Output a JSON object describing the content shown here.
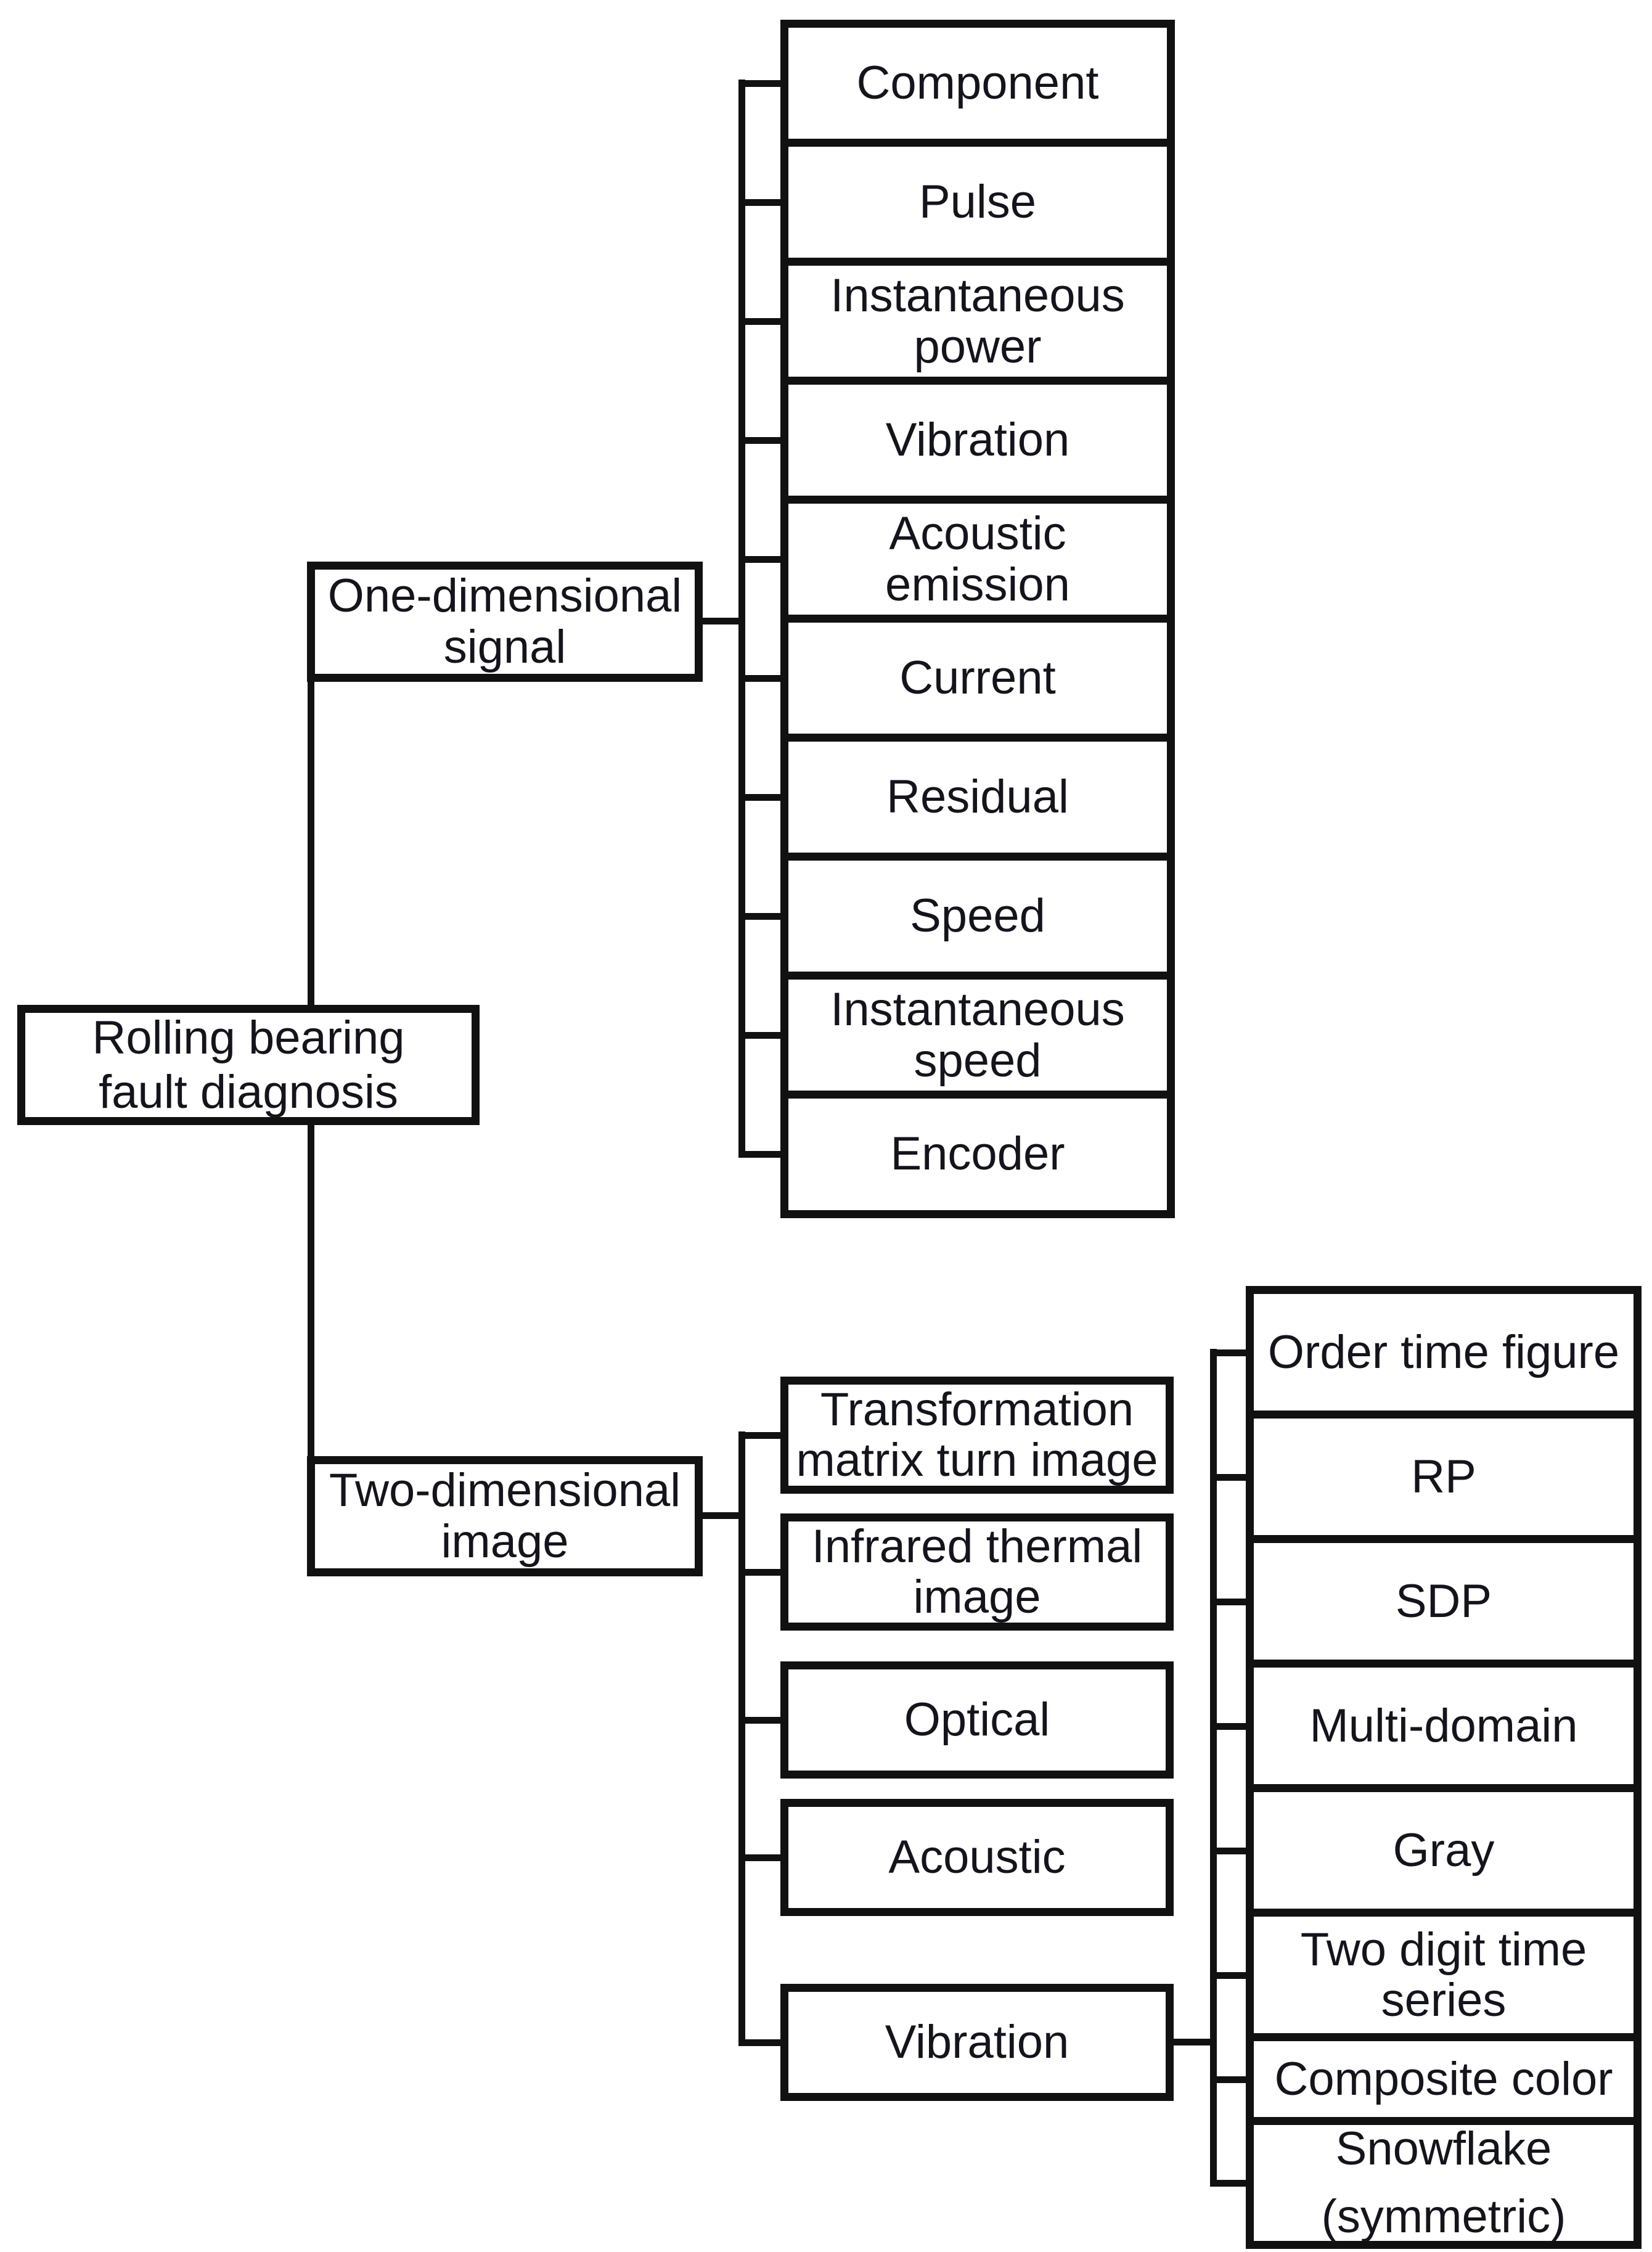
{
  "diagram": {
    "root": {
      "label": [
        "Rolling bearing",
        "fault diagnosis"
      ]
    },
    "one_dim": {
      "label": "One-dimensional signal",
      "children": [
        {
          "label": "Component"
        },
        {
          "label": "Pulse"
        },
        {
          "label": "Instantaneous power"
        },
        {
          "label": "Vibration"
        },
        {
          "label": "Acoustic emission"
        },
        {
          "label": "Current"
        },
        {
          "label": "Residual"
        },
        {
          "label": "Speed"
        },
        {
          "label": "Instantaneous speed"
        },
        {
          "label": "Encoder"
        }
      ]
    },
    "two_dim": {
      "label": "Two-dimensional image",
      "children": [
        {
          "label": "Transformation matrix turn image"
        },
        {
          "label": "Infrared thermal image"
        },
        {
          "label": "Optical"
        },
        {
          "label": "Acoustic"
        },
        {
          "label": "Vibration"
        }
      ]
    },
    "vibration_image_types": {
      "children": [
        {
          "label": "Order time figure"
        },
        {
          "label": "RP"
        },
        {
          "label": "SDP"
        },
        {
          "label": "Multi-domain"
        },
        {
          "label": "Gray"
        },
        {
          "label": "Two digit time series"
        },
        {
          "label": "Composite color"
        },
        {
          "label": [
            "Snowflake",
            "(symmetric)"
          ]
        }
      ]
    },
    "colors": {
      "line": "#111111",
      "text": "#14141c",
      "box_background": "#ffffff",
      "page_background": "#ffffff"
    }
  }
}
